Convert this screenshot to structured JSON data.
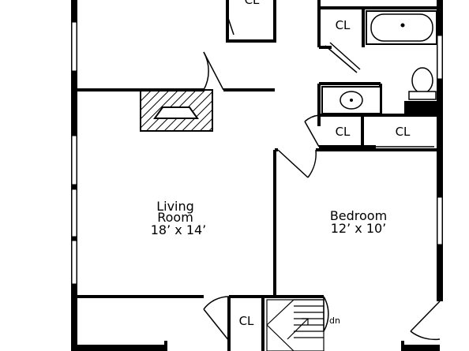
{
  "rooms": {
    "living": {
      "name_line1": "Living",
      "name_line2": "Room",
      "size": "18’ x 14’"
    },
    "bedroom": {
      "name": "Bedroom",
      "size": "12’ x 10’"
    }
  },
  "closets": {
    "top_left": "CL",
    "bath_top": "CL",
    "hall_mid": "CL",
    "bedroom": "CL",
    "bottom": "CL"
  },
  "stairs": {
    "direction": "dn"
  },
  "colors": {
    "wall": "#000000",
    "background": "#ffffff",
    "window": "#ffffff"
  }
}
